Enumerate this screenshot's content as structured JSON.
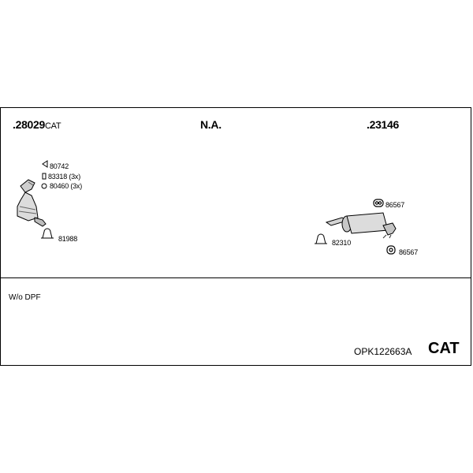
{
  "columns": [
    {
      "number": ".28029",
      "suffix": "CAT"
    },
    {
      "number": "N.A.",
      "suffix": ""
    },
    {
      "number": ".23146",
      "suffix": ""
    }
  ],
  "parts": {
    "p80742": "80742",
    "p83318": "83318 (3x)",
    "p80460": "80460 (3x)",
    "p81988": "81988",
    "p86567a": "86567",
    "p82310": "82310",
    "p86567b": "86567"
  },
  "footer": {
    "note": "W/o DPF",
    "kit_code": "OPK122663A",
    "kit_tag": "CAT"
  }
}
